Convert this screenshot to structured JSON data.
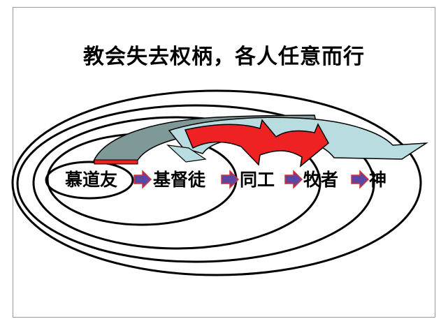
{
  "title": "教会失去权柄，各人任意而行",
  "labels": [
    "慕道友",
    "基督徒",
    "同工",
    "牧者",
    "神"
  ],
  "colors": {
    "ring": "#000000",
    "arrow_slate": "#7f9999",
    "arrow_light": "#b8dcdf",
    "arrow_red": "#ee2222",
    "small_arrow_fill": "#5b46a6",
    "small_arrow_stroke": "#d9302f"
  }
}
